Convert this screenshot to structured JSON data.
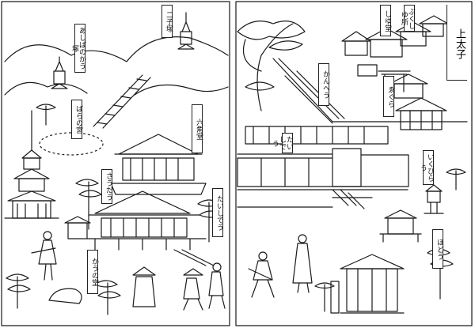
{
  "page_title": "上太子",
  "labels": [
    "二子塚",
    "あしばのかう塚",
    "ばらの宮",
    "六角堂",
    "さうだう",
    "たいしでう",
    "かうの堂",
    "しゆ堂",
    "ぶくしゆ所",
    "かんへう",
    "ゑぐら",
    "いくひらう",
    "ほどう",
    "たいしでう"
  ],
  "colors": {
    "ink": "#1a1a1a",
    "paper": "#ffffff"
  }
}
